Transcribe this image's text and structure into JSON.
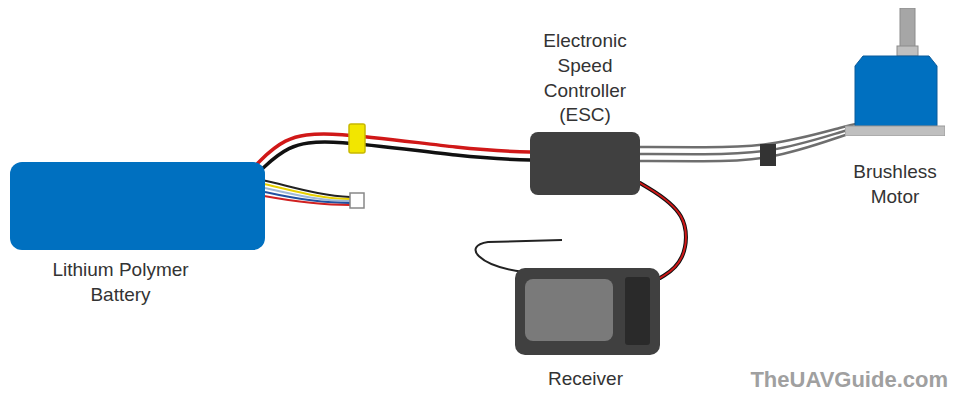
{
  "diagram": {
    "nodes": [
      {
        "text": [
          "Lithium Polymer Battery"
        ]
      },
      {
        "text": [
          "Electronic Speed Controller (ESC)"
        ]
      },
      {
        "text": [
          "Brushless Motor"
        ]
      },
      {
        "text": [
          "Receiver"
        ]
      }
    ],
    "edges": [
      {
        "from": 0,
        "to": 1,
        "arrow": "none"
      },
      {
        "from": 1,
        "to": 2,
        "arrow": "none"
      },
      {
        "from": 1,
        "to": 3,
        "arrow": "none"
      }
    ],
    "labels": [
      "TheUAVGuide.com"
    ]
  }
}
